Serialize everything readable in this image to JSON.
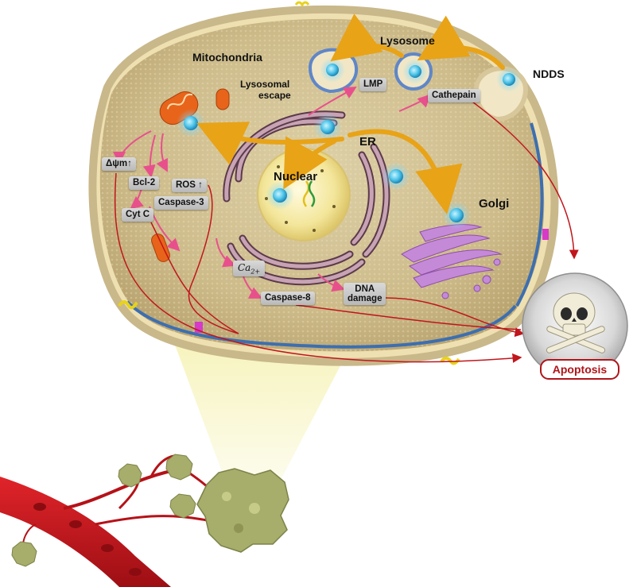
{
  "labels": {
    "mitochondria": "Mitochondria",
    "lysosome": "Lysosome",
    "ndds": "NDDS",
    "lysosomal_escape_line1": "Lysosomal",
    "lysosomal_escape_line2": "escape",
    "er": "ER",
    "nuclear": "Nuclear",
    "golgi": "Golgi"
  },
  "tags": {
    "lmp": "LMP",
    "cathepain": "Cathepain",
    "delta_psi": "Δψm↑",
    "bcl2": "Bcl-2",
    "ros": "ROS ↑",
    "cytc": "Cyt C",
    "caspase3": "Caspase-3",
    "ca_base": "Ca",
    "ca_sub": "2+",
    "caspase8": "Caspase-8",
    "dna_line1": "DNA",
    "dna_line2": "damage"
  },
  "outcome": {
    "apoptosis": "Apoptosis"
  },
  "colors": {
    "cytoplasm": "#d8c79a",
    "membrane_blue": "#3d6fb0",
    "arrow_red": "#c0161c",
    "arrow_pink": "#e8508c",
    "arrow_gold": "#e8a317",
    "vessel": "#c4161c",
    "tumor": "#a7ad6a",
    "golgi": "#c48ad8",
    "nucleus": "#f4e8a0"
  }
}
